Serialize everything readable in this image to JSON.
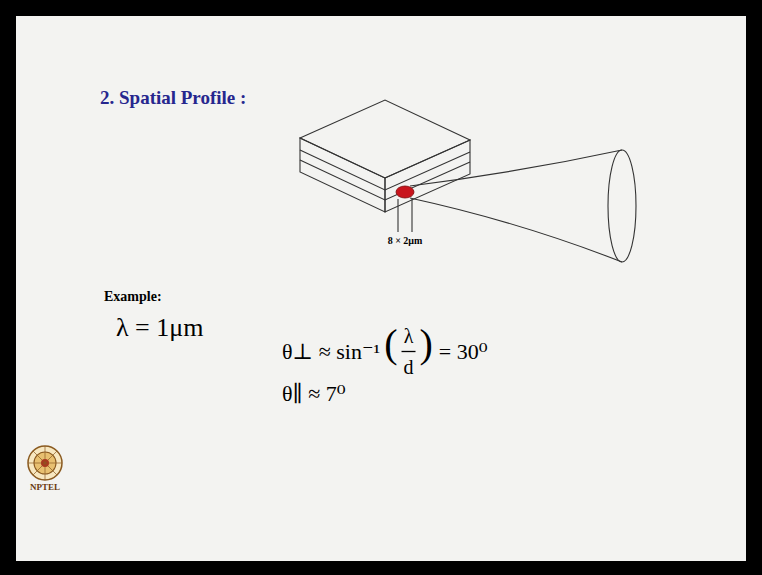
{
  "diagram": {
    "title": "2. Spatial Profile :",
    "labels": [
      "8 × 2μm",
      "Example:",
      "λ = 1μm",
      "θ⊥ ≈ sin⁻¹",
      "(",
      "λ",
      "d",
      ")",
      "= 30⁰",
      "θ∥ ≈ 7⁰",
      "NPTEL"
    ]
  }
}
